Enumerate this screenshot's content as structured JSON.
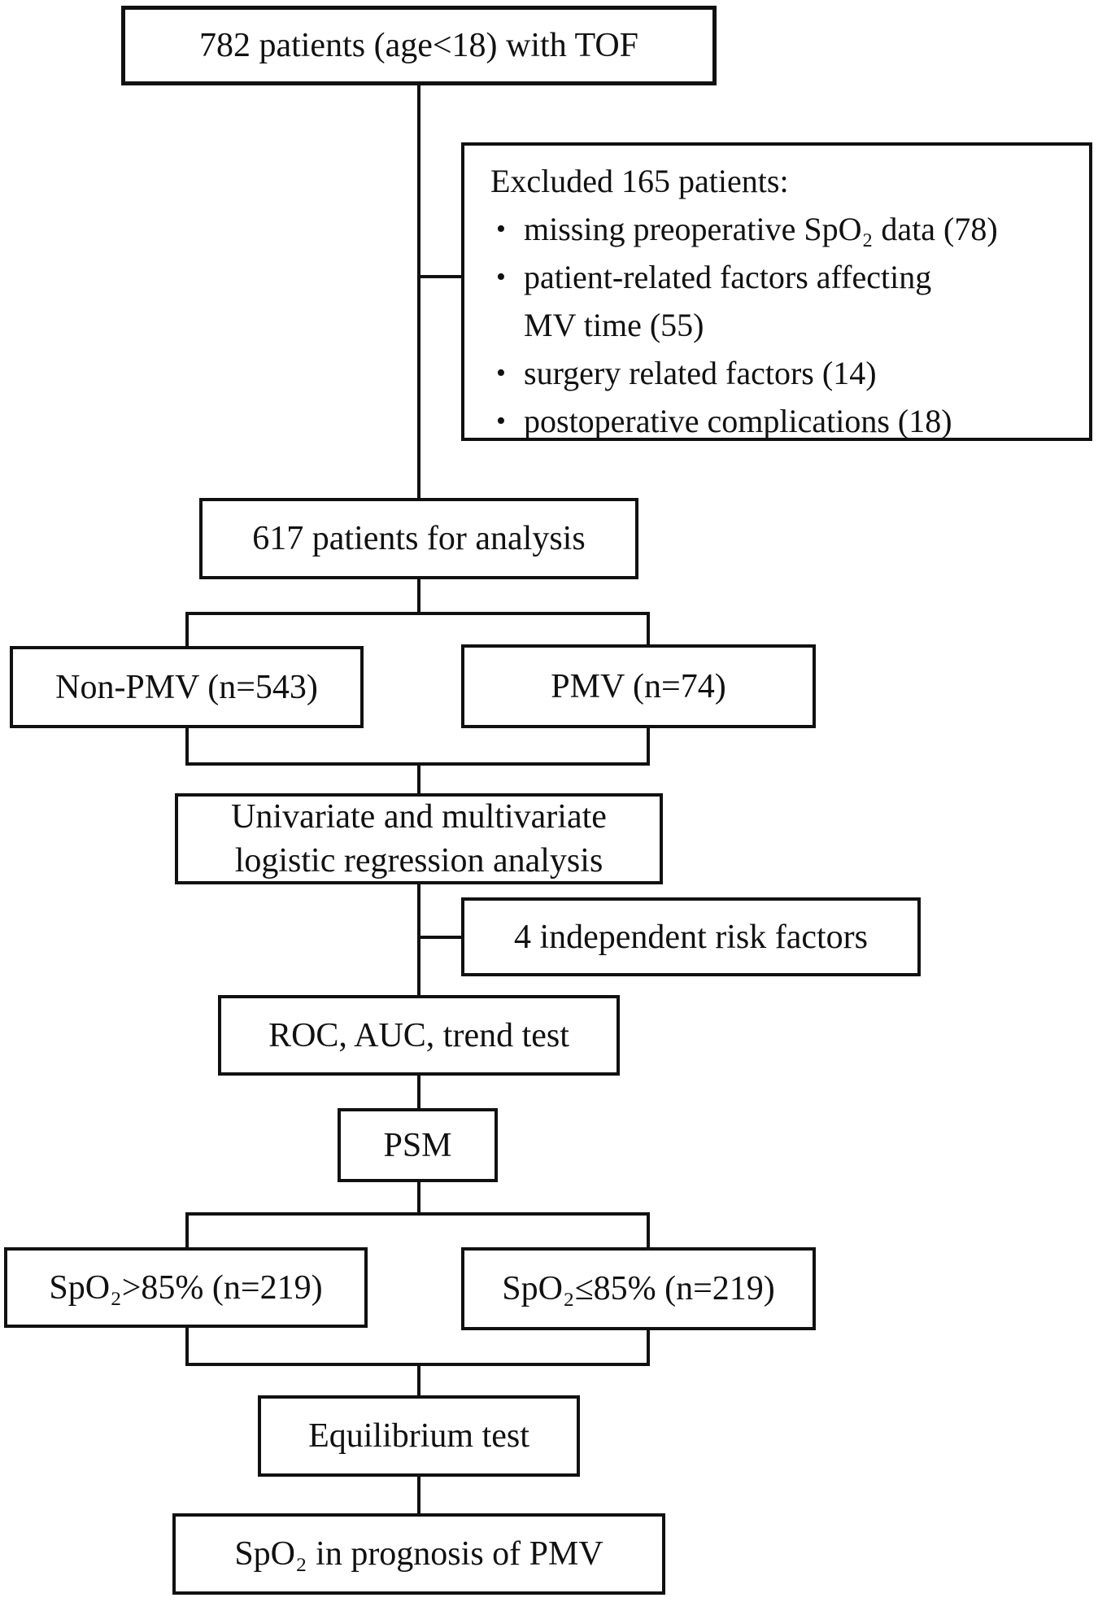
{
  "diagram": {
    "ink_color": "#111111",
    "background_color": "#ffffff",
    "bullet_glyph": "•"
  },
  "boxes": {
    "top": {
      "label": "782 patients (age<18) with TOF"
    },
    "excluded": {
      "title": "Excluded 165 patients:",
      "bullets": [
        {
          "line1": "missing preoperative SpO₂ data (78)",
          "line2": ""
        },
        {
          "line1": "patient-related factors affecting",
          "line2": "MV time (55)"
        },
        {
          "line1": "surgery related factors (14)",
          "line2": ""
        },
        {
          "line1": "postoperative complications (18)",
          "line2": ""
        }
      ]
    },
    "analysis": {
      "label": "617 patients for analysis"
    },
    "non_pmv": {
      "label": "Non-PMV (n=543)"
    },
    "pmv": {
      "label": "PMV (n=74)"
    },
    "regression": {
      "label_line1": "Univariate and multivariate",
      "label_line2": "logistic regression analysis"
    },
    "risk": {
      "label": "4 independent risk factors"
    },
    "roc": {
      "label": "ROC, AUC, trend test"
    },
    "psm": {
      "label": "PSM"
    },
    "spo2_gt": {
      "label": "SpO₂>85% (n=219)"
    },
    "spo2_le": {
      "label": "SpO₂≤85% (n=219)"
    },
    "equilibrium": {
      "label": "Equilibrium test"
    },
    "final": {
      "label": "SpO₂ in prognosis of PMV"
    }
  }
}
